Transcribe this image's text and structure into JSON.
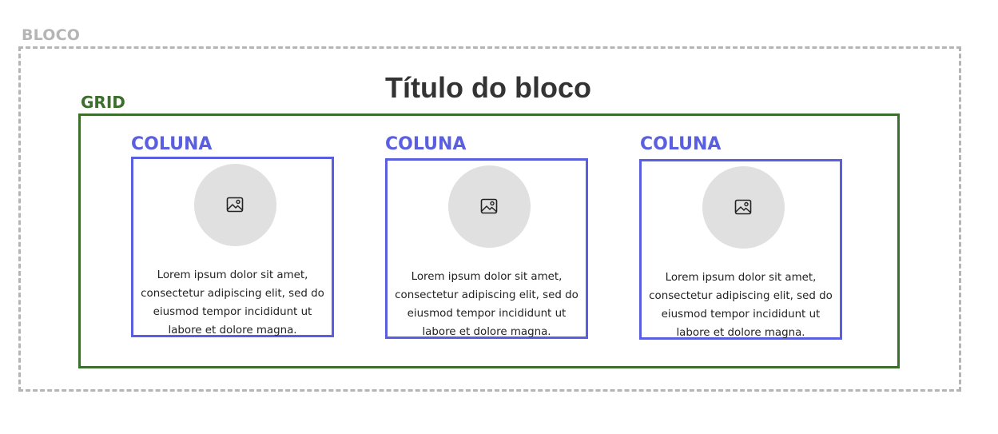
{
  "bloco": {
    "label": "BLOCO",
    "title": "Título do bloco"
  },
  "grid": {
    "label": "GRID"
  },
  "columns": [
    {
      "label": "COLUNA",
      "icon": "image-icon",
      "text_lines": [
        "Lorem ipsum dolor sit amet,",
        "consectetur adipiscing elit, sed do",
        "eiusmod tempor incididunt ut",
        "labore et dolore magna."
      ]
    },
    {
      "label": "COLUNA",
      "icon": "image-icon",
      "text_lines": [
        "Lorem ipsum dolor sit amet,",
        "consectetur adipiscing elit, sed do",
        "eiusmod tempor incididunt ut",
        "labore et dolore magna."
      ]
    },
    {
      "label": "COLUNA",
      "icon": "image-icon",
      "text_lines": [
        "Lorem ipsum dolor sit amet,",
        "consectetur adipiscing elit, sed do",
        "eiusmod tempor incididunt ut",
        "labore et dolore magna."
      ]
    }
  ],
  "colors": {
    "bloco": "#b5b5b5",
    "grid": "#3c6e2e",
    "column": "#5a5ee0",
    "placeholder": "#e0e0e0"
  }
}
